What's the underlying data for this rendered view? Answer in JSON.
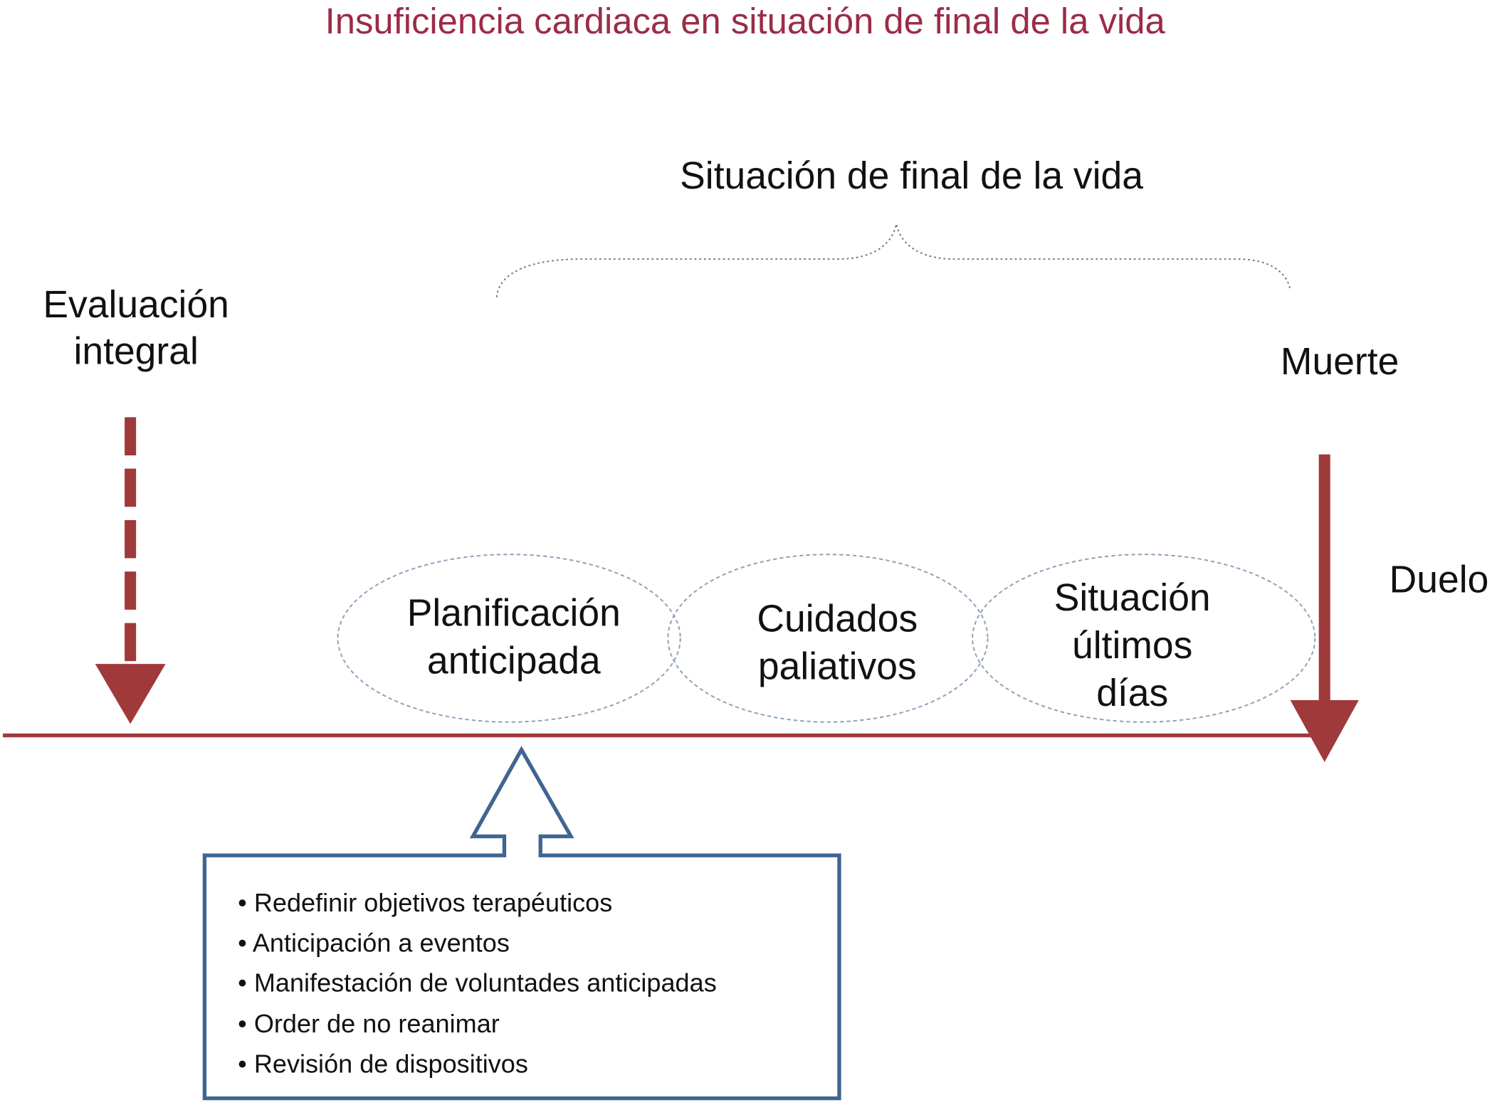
{
  "title": "Insuficiencia cardiaca en situación de final de la vida",
  "brace_label": "Situación de final de la vida",
  "evaluation": {
    "line1": "Evaluación",
    "line2": "integral"
  },
  "death_label": "Muerte",
  "grief_label": "Duelo",
  "phases": [
    {
      "line1": "Planificación",
      "line2": "anticipada"
    },
    {
      "line1": "Cuidados",
      "line2": "paliativos"
    },
    {
      "line1": "Situación",
      "line2": "últimos",
      "line3": "días"
    }
  ],
  "planning_items": [
    "• Redefinir objetivos terapéuticos",
    "• Anticipación a eventos",
    "• Manifestación de voluntades anticipadas",
    "• Order de no reanimar",
    "• Revisión de dispositivos"
  ],
  "colors": {
    "title": "#9b2c48",
    "arrow_red": "#a0393a",
    "box_blue": "#3f6592",
    "ellipse": "#8fa3b8"
  }
}
